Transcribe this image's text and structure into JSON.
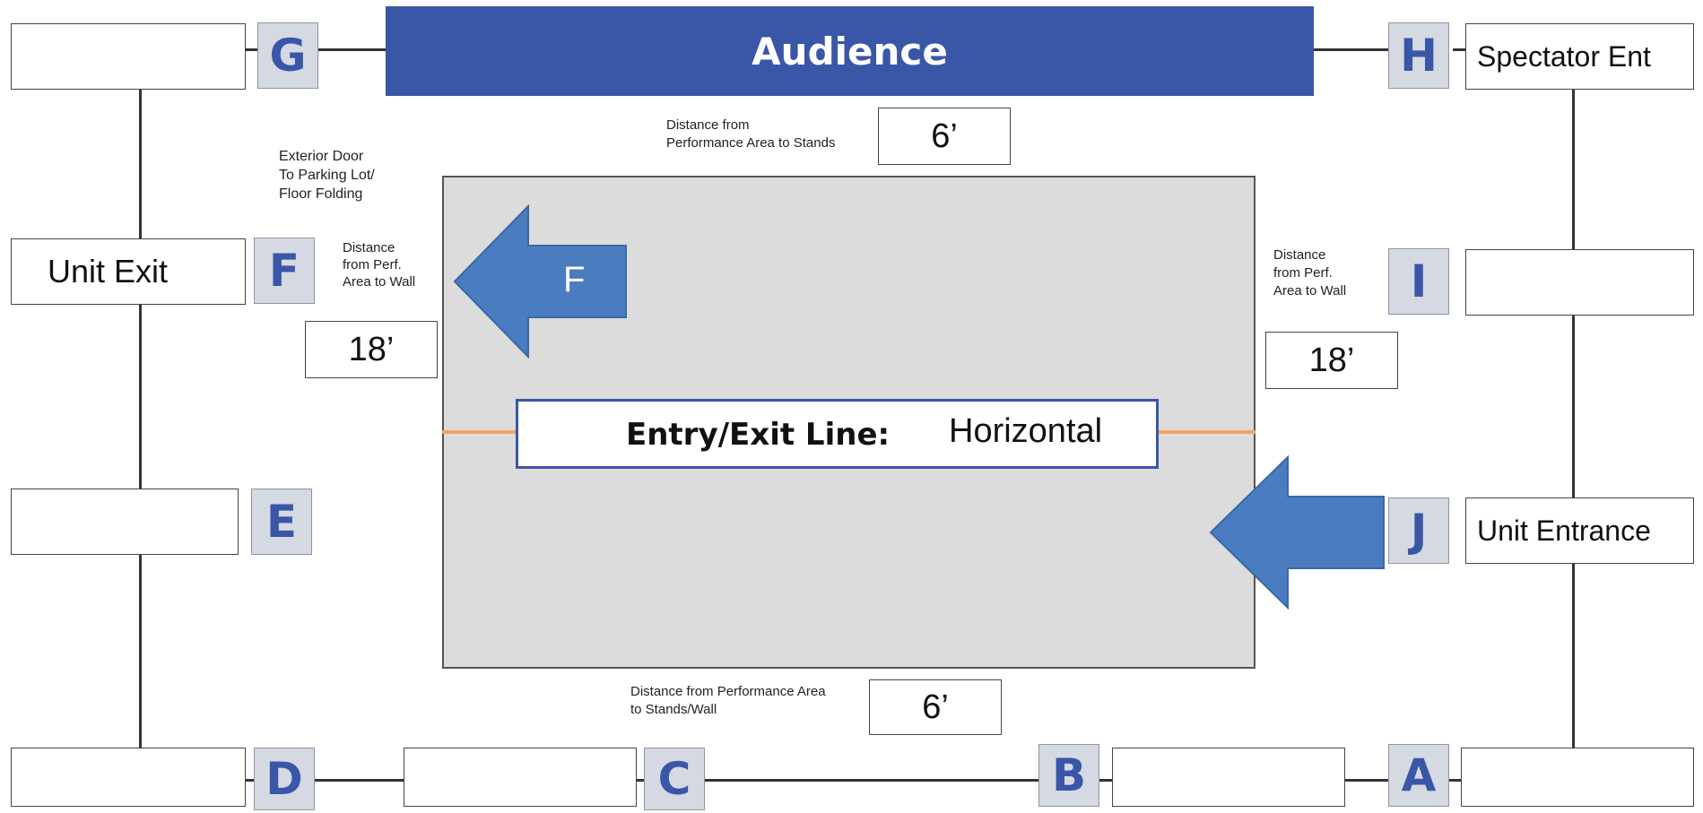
{
  "colors": {
    "audience_banner": "#3a56a7",
    "label_fill": "#d5d9e2",
    "label_text": "#3a56a7",
    "performance_area": "#dcdcdd",
    "arrow": "#4a7dbf",
    "entry_exit_marker": "#f0a468"
  },
  "audience": {
    "label": "Audience"
  },
  "positions": {
    "G": {
      "label": "G",
      "value": ""
    },
    "H": {
      "label": "H",
      "value": "Spectator Ent"
    },
    "F": {
      "label": "F",
      "value": "Unit Exit"
    },
    "I": {
      "label": "I",
      "value": ""
    },
    "E": {
      "label": "E",
      "value": ""
    },
    "J": {
      "label": "J",
      "value": "Unit Entrance"
    },
    "D": {
      "label": "D",
      "value": ""
    },
    "C": {
      "label": "C",
      "value": ""
    },
    "B": {
      "label": "B",
      "value": ""
    },
    "A": {
      "label": "A",
      "value": ""
    }
  },
  "distances": {
    "top": {
      "label": "Distance from\nPerformance Area to Stands",
      "value": "6’"
    },
    "bottom": {
      "label": "Distance from Performance Area\nto Stands/Wall",
      "value": "6’"
    },
    "left": {
      "label": "Distance\nfrom Perf.\nArea to Wall",
      "value": "18’"
    },
    "right": {
      "label": "Distance\nfrom Perf.\nArea to Wall",
      "value": "18’"
    }
  },
  "exterior_door_note": "Exterior Door\nTo Parking Lot/\nFloor Folding",
  "exit_arrow": {
    "label": "F",
    "icon": "arrow-left-icon"
  },
  "entrance_arrow": {
    "icon": "arrow-left-icon"
  },
  "entry_exit_line": {
    "label": "Entry/Exit Line:",
    "value": "Horizontal"
  }
}
